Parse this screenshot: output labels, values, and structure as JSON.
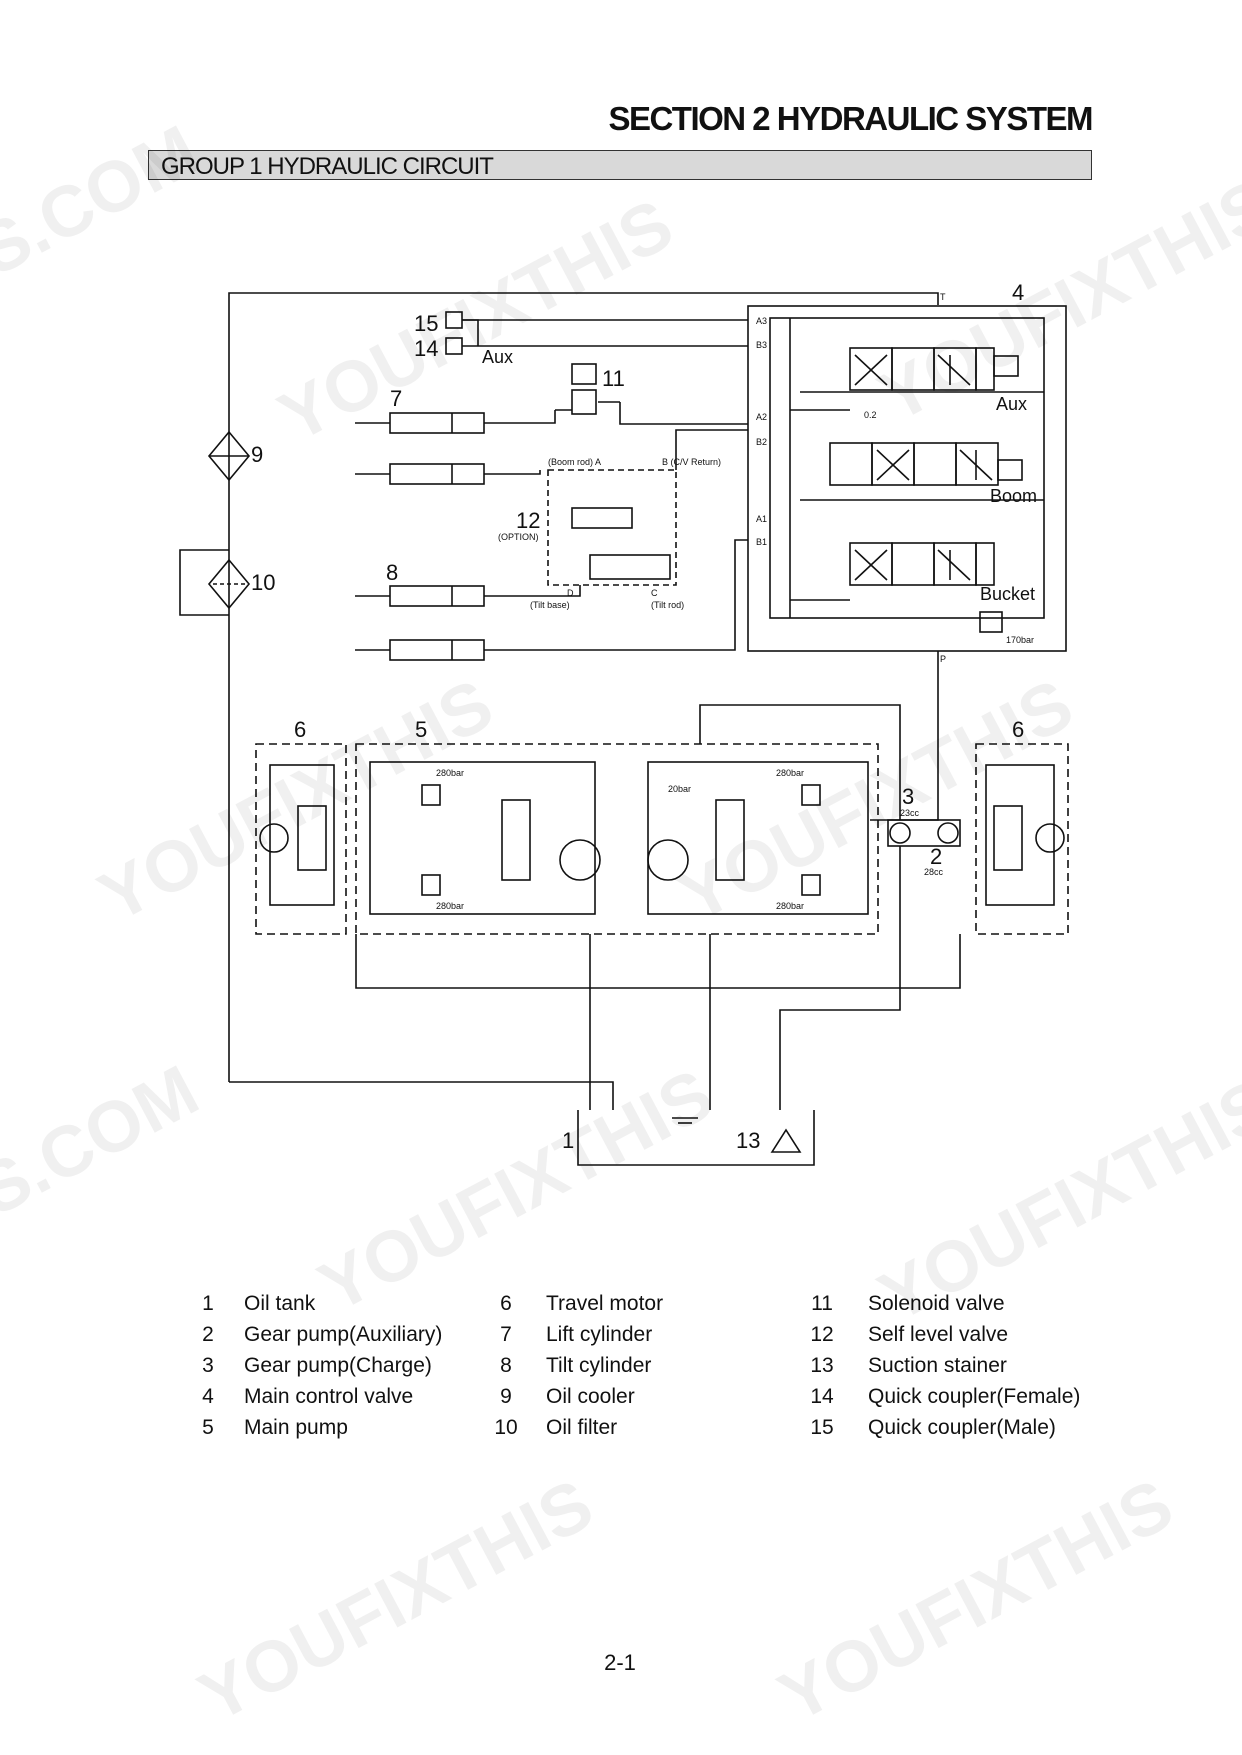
{
  "header": {
    "section_title": "SECTION 2 HYDRAULIC SYSTEM",
    "group_title": "GROUP 1 HYDRAULIC CIRCUIT"
  },
  "diagram": {
    "callouts": {
      "n1": "1",
      "n2": "2",
      "n3": "3",
      "n4": "4",
      "n5": "5",
      "n6a": "6",
      "n6b": "6",
      "n7": "7",
      "n8": "8",
      "n9": "9",
      "n10": "10",
      "n11": "11",
      "n12": "12",
      "n13": "13",
      "n14": "14",
      "n15": "15"
    },
    "labels": {
      "aux_coupler": "Aux",
      "aux_spool": "Aux",
      "boom_spool": "Boom",
      "bucket_spool": "Bucket",
      "option": "(OPTION)",
      "boom_rod": "(Boom rod) A",
      "cv_return": "B (C/V Return)",
      "port_d": "D",
      "port_c": "C",
      "tilt_base": "(Tilt base)",
      "tilt_rod": "(Tilt rod)",
      "port_t": "T",
      "port_p": "P",
      "a3": "A3",
      "b3": "B3",
      "a2": "A2",
      "b2": "B2",
      "a1": "A1",
      "b1": "B1",
      "orifice": "0.2",
      "relief_main": "170bar",
      "relief_l_top": "280bar",
      "relief_l_bot": "280bar",
      "relief_r_top": "280bar",
      "relief_r_bot": "280bar",
      "charge_relief": "20bar",
      "pump3_disp": "23cc",
      "pump2_disp": "28cc"
    }
  },
  "legend": [
    {
      "num": "1",
      "text": "Oil tank"
    },
    {
      "num": "2",
      "text": "Gear pump(Auxiliary)"
    },
    {
      "num": "3",
      "text": "Gear pump(Charge)"
    },
    {
      "num": "4",
      "text": "Main control valve"
    },
    {
      "num": "5",
      "text": "Main pump"
    },
    {
      "num": "6",
      "text": "Travel motor"
    },
    {
      "num": "7",
      "text": "Lift cylinder"
    },
    {
      "num": "8",
      "text": "Tilt cylinder"
    },
    {
      "num": "9",
      "text": "Oil cooler"
    },
    {
      "num": "10",
      "text": "Oil filter"
    },
    {
      "num": "11",
      "text": "Solenoid valve"
    },
    {
      "num": "12",
      "text": "Self level valve"
    },
    {
      "num": "13",
      "text": "Suction stainer"
    },
    {
      "num": "14",
      "text": "Quick coupler(Female)"
    },
    {
      "num": "15",
      "text": "Quick coupler(Male)"
    }
  ],
  "page_number": "2-1",
  "watermark": {
    "text_a": "YOUFIXTHIS",
    "text_b": "S.COM"
  }
}
